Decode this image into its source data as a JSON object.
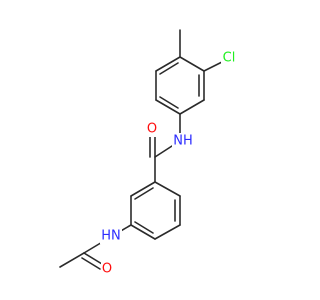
{
  "molecule": {
    "atoms": {
      "nh_amide": {
        "text": "NH",
        "color": "#2c2cff"
      },
      "o_carbonyl": {
        "text": "O",
        "color": "#ff0d0d"
      },
      "cl": {
        "text": "Cl",
        "color": "#1ff01f"
      },
      "nh_acetamido": {
        "text": "HN",
        "color": "#2c2cff"
      },
      "o_acetyl": {
        "text": "O",
        "color": "#ff0d0d"
      }
    },
    "colors": {
      "bond": "#2b2b2b",
      "background": "#ffffff"
    }
  }
}
